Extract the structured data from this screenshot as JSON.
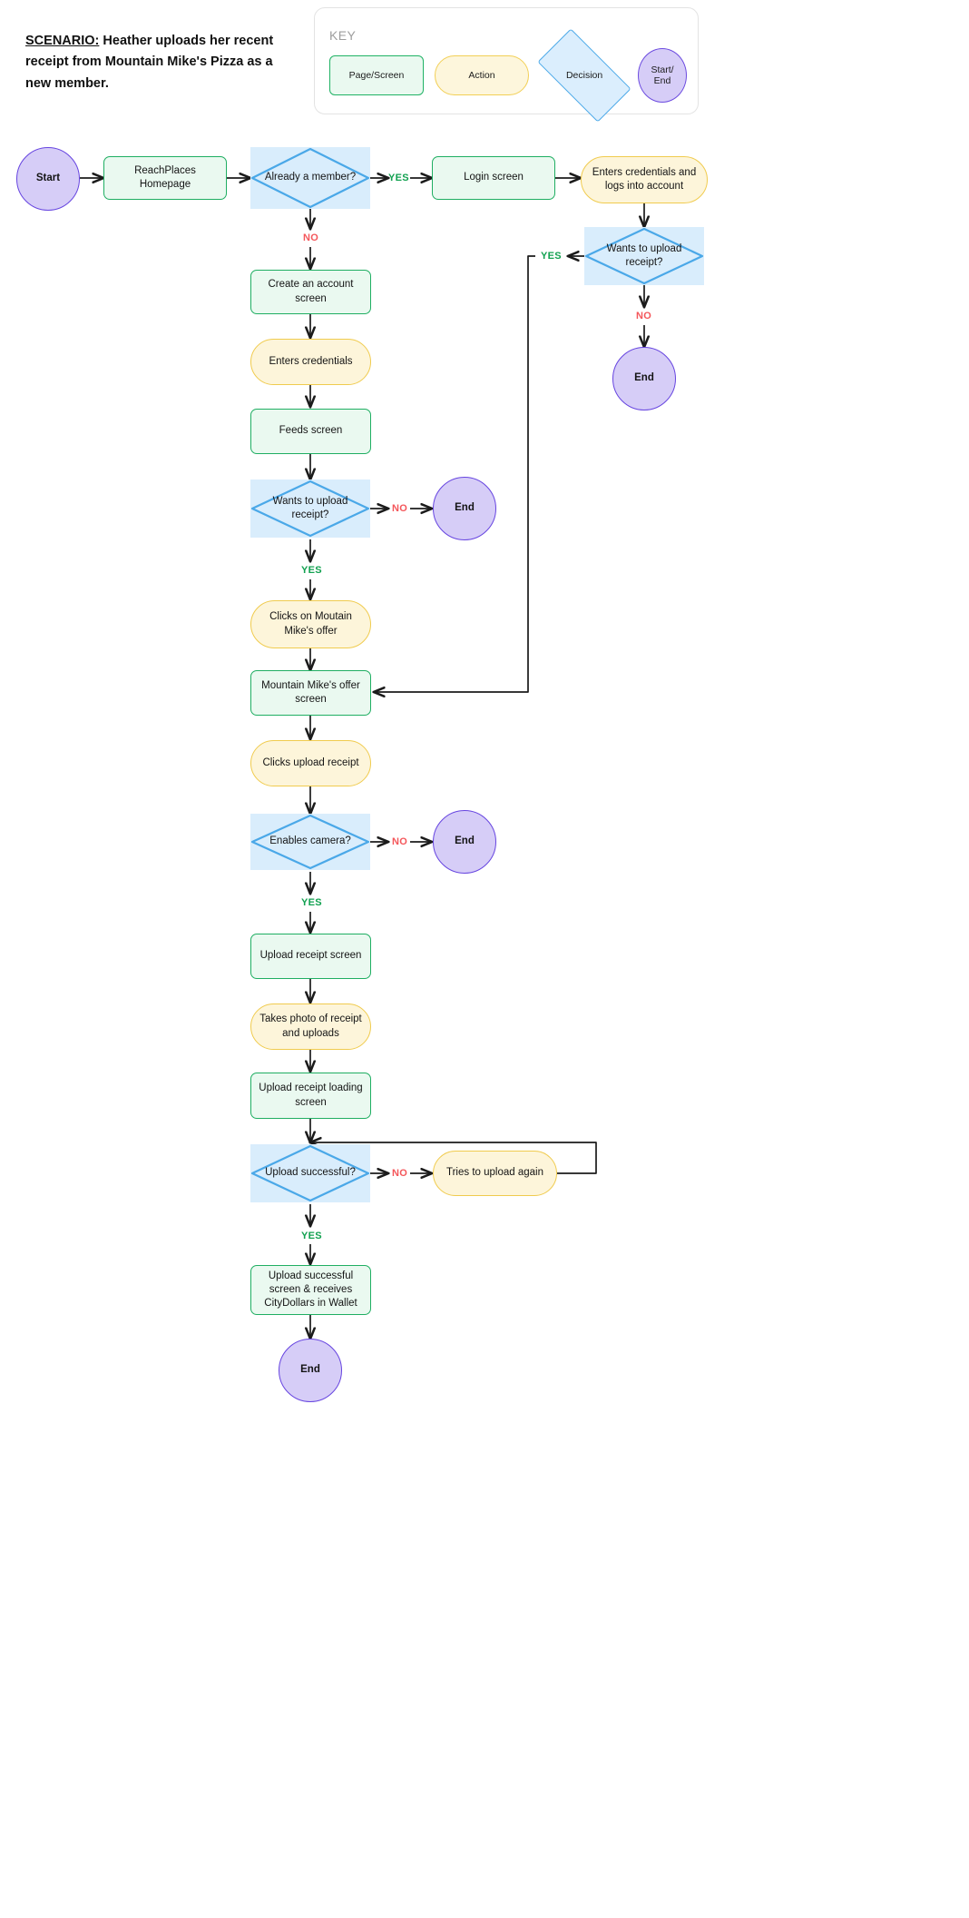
{
  "scenario": {
    "label": "SCENARIO:",
    "text": " Heather uploads her recent receipt from Mountain Mike's Pizza as a new member."
  },
  "key": {
    "title": "KEY",
    "items": [
      {
        "id": "page-screen",
        "label": "Page/Screen",
        "shape": "rounded-rect",
        "fill": "#eaf9f0",
        "stroke": "#20b265"
      },
      {
        "id": "action",
        "label": "Action",
        "shape": "pill",
        "fill": "#fdf6dc",
        "stroke": "#f2cf55"
      },
      {
        "id": "decision",
        "label": "Decision",
        "shape": "diamond",
        "fill": "#dbeefd",
        "stroke": "#4aa8e8"
      },
      {
        "id": "start-end",
        "label": "Start/\nEnd",
        "label_line1": "Start/",
        "label_line2": "End",
        "shape": "ellipse",
        "fill": "#d6cdf7",
        "stroke": "#6d4ce0"
      }
    ]
  },
  "colors": {
    "page_fill": "#eaf9f0",
    "page_stroke": "#1fae62",
    "action_fill": "#fdf5da",
    "action_stroke": "#f0cb4e",
    "decision_fill": "#d9edfc",
    "decision_stroke": "#4aa8e8",
    "terminal_fill": "#d6cdf7",
    "terminal_stroke": "#6644e0",
    "edge": "#1b1b1b",
    "yes": "#12a150",
    "no": "#f4565a",
    "key_border": "#e3e3e3",
    "key_title": "#9e9e9e"
  },
  "nodes": {
    "start": "Start",
    "homepage": "ReachPlaces Homepage",
    "already_member": "Already a member?",
    "login_screen": "Login screen",
    "enters_creds_logs_in": "Enters credentials and logs into account",
    "wants_upload_right": "Wants to upload receipt?",
    "end_right": "End",
    "create_account": "Create an account screen",
    "enters_credentials": "Enters credentials",
    "feeds_screen": "Feeds screen",
    "wants_upload_mid": "Wants to upload receipt?",
    "end_mid_1": "End",
    "clicks_offer": "Clicks on Moutain Mike's offer",
    "offer_screen": "Mountain Mike's offer screen",
    "clicks_upload_receipt": "Clicks upload receipt",
    "enables_camera": "Enables camera?",
    "end_mid_2": "End",
    "upload_receipt_screen": "Upload receipt screen",
    "takes_photo": "Takes photo of receipt and uploads",
    "loading_screen": "Upload receipt loading screen",
    "upload_successful_q": "Upload successful?",
    "tries_again": "Tries to upload again",
    "success_screen": "Upload successful screen & receives CityDollars in Wallet",
    "end_final": "End"
  },
  "edge_labels": {
    "member_yes": "YES",
    "member_no": "NO",
    "right_upload_yes": "YES",
    "right_upload_no": "NO",
    "mid_upload_no": "NO",
    "mid_upload_yes": "YES",
    "camera_no": "NO",
    "camera_yes": "YES",
    "upload_no": "NO",
    "upload_yes": "YES"
  },
  "chart_data": {
    "type": "flowchart",
    "title": "Heather uploads her recent receipt from Mountain Mike's Pizza as a new member.",
    "node_types": [
      "Page/Screen",
      "Action",
      "Decision",
      "Start/End"
    ],
    "nodes": [
      {
        "id": "start",
        "label": "Start",
        "type": "Start/End"
      },
      {
        "id": "homepage",
        "label": "ReachPlaces Homepage",
        "type": "Page/Screen"
      },
      {
        "id": "already_member",
        "label": "Already a member?",
        "type": "Decision"
      },
      {
        "id": "login_screen",
        "label": "Login screen",
        "type": "Page/Screen"
      },
      {
        "id": "enters_creds_logs_in",
        "label": "Enters credentials and logs into account",
        "type": "Action"
      },
      {
        "id": "wants_upload_right",
        "label": "Wants to upload receipt?",
        "type": "Decision"
      },
      {
        "id": "end_right",
        "label": "End",
        "type": "Start/End"
      },
      {
        "id": "create_account",
        "label": "Create an account screen",
        "type": "Page/Screen"
      },
      {
        "id": "enters_credentials",
        "label": "Enters credentials",
        "type": "Action"
      },
      {
        "id": "feeds_screen",
        "label": "Feeds screen",
        "type": "Page/Screen"
      },
      {
        "id": "wants_upload_mid",
        "label": "Wants to upload receipt?",
        "type": "Decision"
      },
      {
        "id": "end_mid_1",
        "label": "End",
        "type": "Start/End"
      },
      {
        "id": "clicks_offer",
        "label": "Clicks on Moutain Mike's offer",
        "type": "Action"
      },
      {
        "id": "offer_screen",
        "label": "Mountain Mike's offer screen",
        "type": "Page/Screen"
      },
      {
        "id": "clicks_upload_receipt",
        "label": "Clicks upload receipt",
        "type": "Action"
      },
      {
        "id": "enables_camera",
        "label": "Enables camera?",
        "type": "Decision"
      },
      {
        "id": "end_mid_2",
        "label": "End",
        "type": "Start/End"
      },
      {
        "id": "upload_receipt_screen",
        "label": "Upload receipt screen",
        "type": "Page/Screen"
      },
      {
        "id": "takes_photo",
        "label": "Takes photo of receipt and uploads",
        "type": "Action"
      },
      {
        "id": "loading_screen",
        "label": "Upload receipt loading screen",
        "type": "Page/Screen"
      },
      {
        "id": "upload_successful_q",
        "label": "Upload successful?",
        "type": "Decision"
      },
      {
        "id": "tries_again",
        "label": "Tries to upload again",
        "type": "Action"
      },
      {
        "id": "success_screen",
        "label": "Upload successful screen & receives CityDollars in Wallet",
        "type": "Page/Screen"
      },
      {
        "id": "end_final",
        "label": "End",
        "type": "Start/End"
      }
    ],
    "edges": [
      {
        "from": "start",
        "to": "homepage",
        "label": ""
      },
      {
        "from": "homepage",
        "to": "already_member",
        "label": ""
      },
      {
        "from": "already_member",
        "to": "login_screen",
        "label": "YES"
      },
      {
        "from": "already_member",
        "to": "create_account",
        "label": "NO"
      },
      {
        "from": "login_screen",
        "to": "enters_creds_logs_in",
        "label": ""
      },
      {
        "from": "enters_creds_logs_in",
        "to": "wants_upload_right",
        "label": ""
      },
      {
        "from": "wants_upload_right",
        "to": "offer_screen",
        "label": "YES"
      },
      {
        "from": "wants_upload_right",
        "to": "end_right",
        "label": "NO"
      },
      {
        "from": "create_account",
        "to": "enters_credentials",
        "label": ""
      },
      {
        "from": "enters_credentials",
        "to": "feeds_screen",
        "label": ""
      },
      {
        "from": "feeds_screen",
        "to": "wants_upload_mid",
        "label": ""
      },
      {
        "from": "wants_upload_mid",
        "to": "end_mid_1",
        "label": "NO"
      },
      {
        "from": "wants_upload_mid",
        "to": "clicks_offer",
        "label": "YES"
      },
      {
        "from": "clicks_offer",
        "to": "offer_screen",
        "label": ""
      },
      {
        "from": "offer_screen",
        "to": "clicks_upload_receipt",
        "label": ""
      },
      {
        "from": "clicks_upload_receipt",
        "to": "enables_camera",
        "label": ""
      },
      {
        "from": "enables_camera",
        "to": "end_mid_2",
        "label": "NO"
      },
      {
        "from": "enables_camera",
        "to": "upload_receipt_screen",
        "label": "YES"
      },
      {
        "from": "upload_receipt_screen",
        "to": "takes_photo",
        "label": ""
      },
      {
        "from": "takes_photo",
        "to": "loading_screen",
        "label": ""
      },
      {
        "from": "loading_screen",
        "to": "upload_successful_q",
        "label": ""
      },
      {
        "from": "upload_successful_q",
        "to": "tries_again",
        "label": "NO"
      },
      {
        "from": "tries_again",
        "to": "upload_successful_q",
        "label": ""
      },
      {
        "from": "upload_successful_q",
        "to": "success_screen",
        "label": "YES"
      },
      {
        "from": "success_screen",
        "to": "end_final",
        "label": ""
      }
    ]
  }
}
